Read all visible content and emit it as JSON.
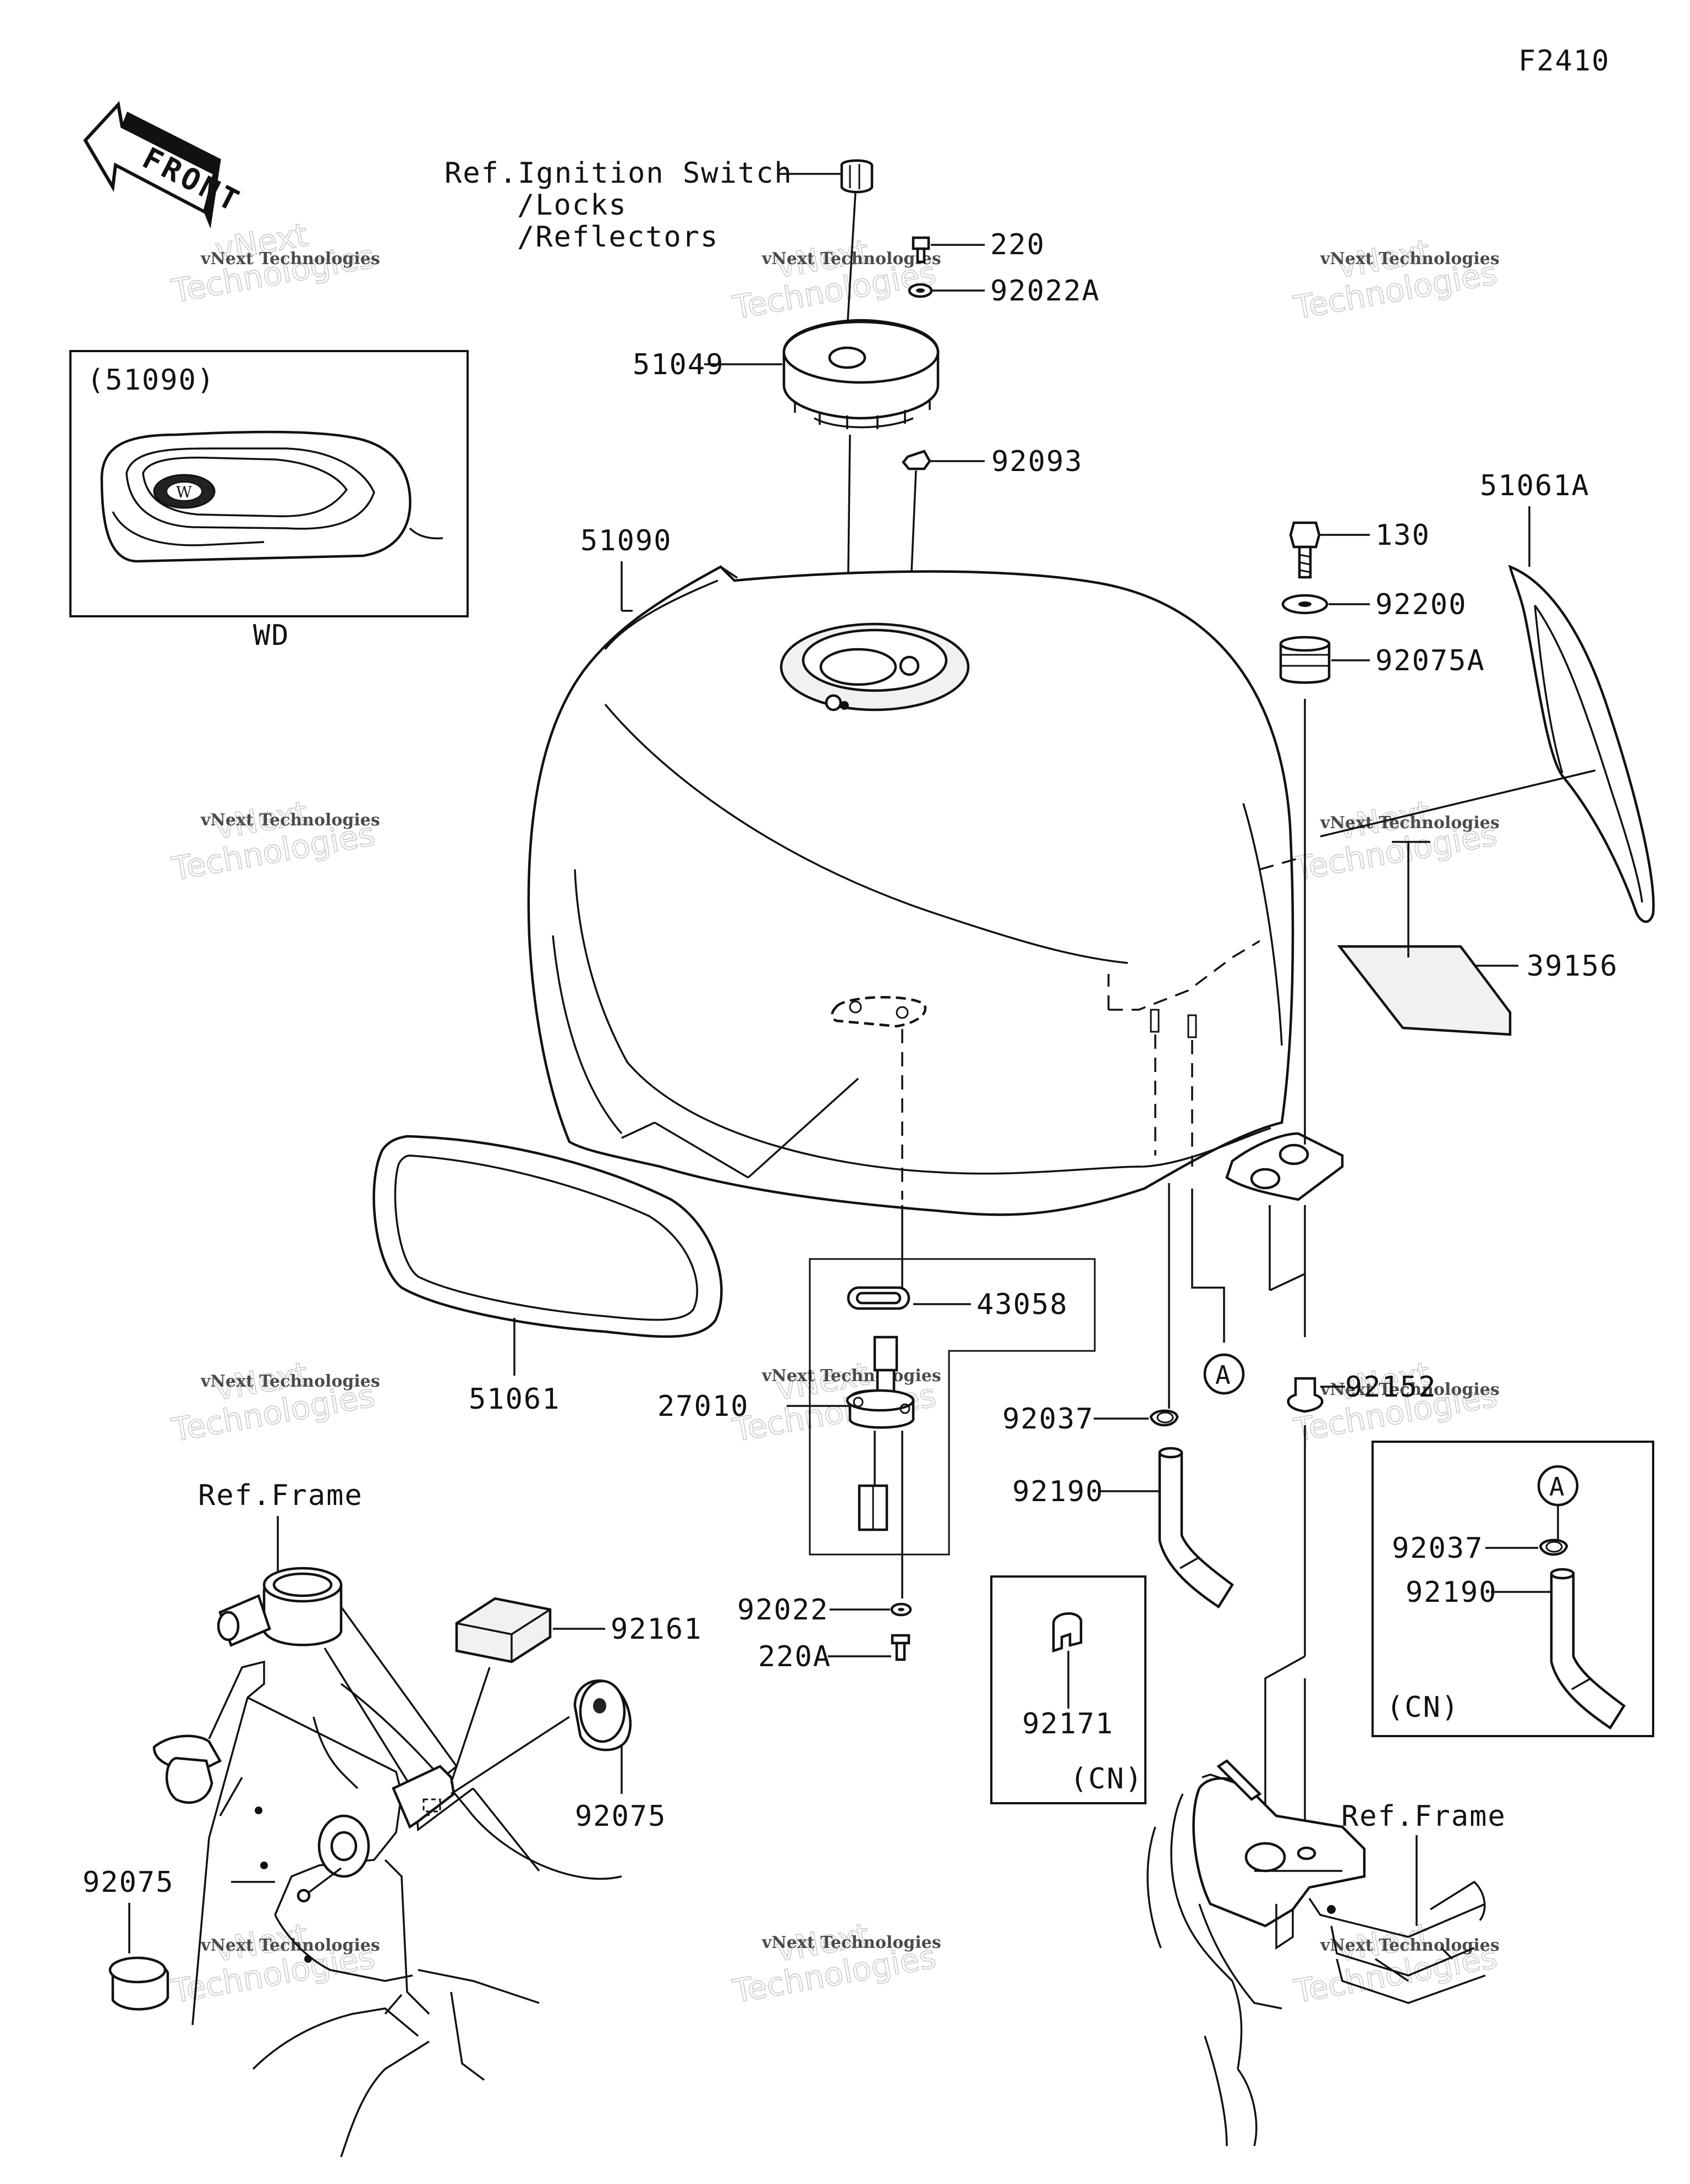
{
  "figure_code": "F2410",
  "front_arrow_text": "FRONT",
  "watermark": {
    "line1": "vNext Technologies",
    "line2": "vNext",
    "line3": "Technologies"
  },
  "inset_wd": {
    "part_ref": "(51090)",
    "caption": "WD"
  },
  "inset_cn_clip": {
    "part": "92171",
    "region": "(CN)"
  },
  "inset_cn_hose": {
    "marker": "A",
    "clip": "92037",
    "hose": "92190",
    "region": "(CN)"
  },
  "marker_a": "A",
  "labels": {
    "ref_ignition_1": "Ref.Ignition Switch",
    "ref_ignition_2": "/Locks",
    "ref_ignition_3": "/Reflectors",
    "p220": "220",
    "p92022A": "92022A",
    "p51049": "51049",
    "p92093": "92093",
    "p51090": "51090",
    "p130": "130",
    "p92200": "92200",
    "p92075A": "92075A",
    "p51061A": "51061A",
    "p39156": "39156",
    "p43058": "43058",
    "p27010": "27010",
    "p51061": "51061",
    "p92037": "92037",
    "p92152": "92152",
    "p92190": "92190",
    "p92022": "92022",
    "p220A": "220A",
    "p92161": "92161",
    "p92075_right": "92075",
    "p92075_left": "92075",
    "ref_frame_left": "Ref.Frame",
    "ref_frame_right": "Ref.Frame"
  }
}
